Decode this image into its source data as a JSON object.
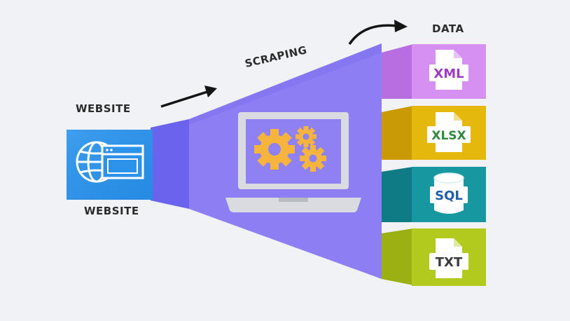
{
  "labels": {
    "website_top": "WEBSITE",
    "website_bottom": "WEBSITE",
    "scraping": "SCRAPING",
    "data": "DATA"
  },
  "formats": [
    {
      "label": "XML",
      "color": "#d28ef0",
      "icon": "xml-file-icon"
    },
    {
      "label": "XLSX",
      "color": "#e4b50a",
      "icon": "xlsx-file-icon"
    },
    {
      "label": "SQL",
      "color": "#15949e",
      "icon": "sql-database-icon"
    },
    {
      "label": "TXT",
      "color": "#b0c81d",
      "icon": "txt-file-icon"
    }
  ],
  "colors": {
    "funnel": "#8c7cf2",
    "website_tile": "#2a8fe8",
    "gears": "#f5b53a",
    "laptop": "#d8d8de"
  }
}
